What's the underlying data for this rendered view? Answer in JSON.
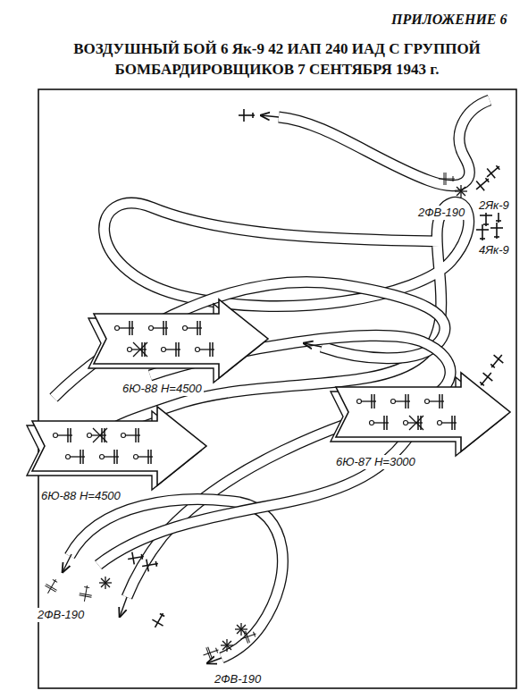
{
  "diagram": {
    "title": "ВОЗДУШНЫЙ БОЙ 6 Як-9 42 ИАП 240 ИАД С ГРУППОЙ БОМБАРДИРОВЩИКОВ 7 СЕНТЯБРЯ 1943 г.",
    "nodes": [
      {
        "text": [
          "6Ю-88 Н=4500"
        ]
      },
      {
        "text": [
          "6Ю-87 Н=3000"
        ]
      },
      {
        "text": [
          "6Ю-88 Н=4500"
        ]
      }
    ],
    "labels": [
      "ПРИЛОЖЕНИЕ 6",
      "2Як-9",
      "2ФВ-190",
      "4Як-9",
      "2ФВ-190",
      "2ФВ-190"
    ]
  }
}
